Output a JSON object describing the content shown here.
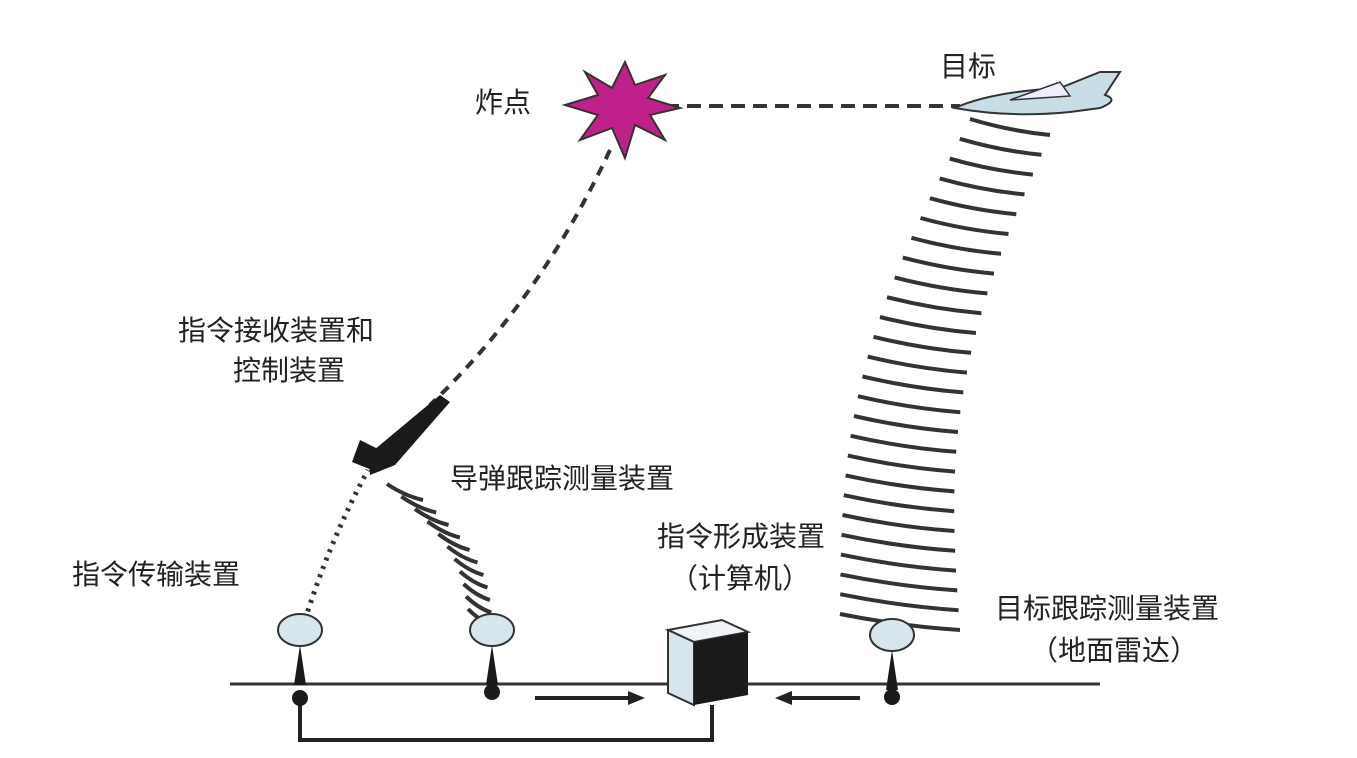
{
  "labels": {
    "burst_point": "炸点",
    "target": "目标",
    "receiver_line1": "指令接收装置和",
    "receiver_line2": "控制装置",
    "missile_tracker": "导弹跟踪测量装置",
    "transmitter": "指令传输装置",
    "command_former_line1": "指令形成装置",
    "command_former_line2": "（计算机）",
    "target_tracker_line1": "目标跟踪测量装置",
    "target_tracker_line2": "（地面雷达）"
  },
  "colors": {
    "burst": "#c0208a",
    "ink": "#222222",
    "plane": "#c8dde6",
    "computer_face": "#d6e6ec"
  }
}
